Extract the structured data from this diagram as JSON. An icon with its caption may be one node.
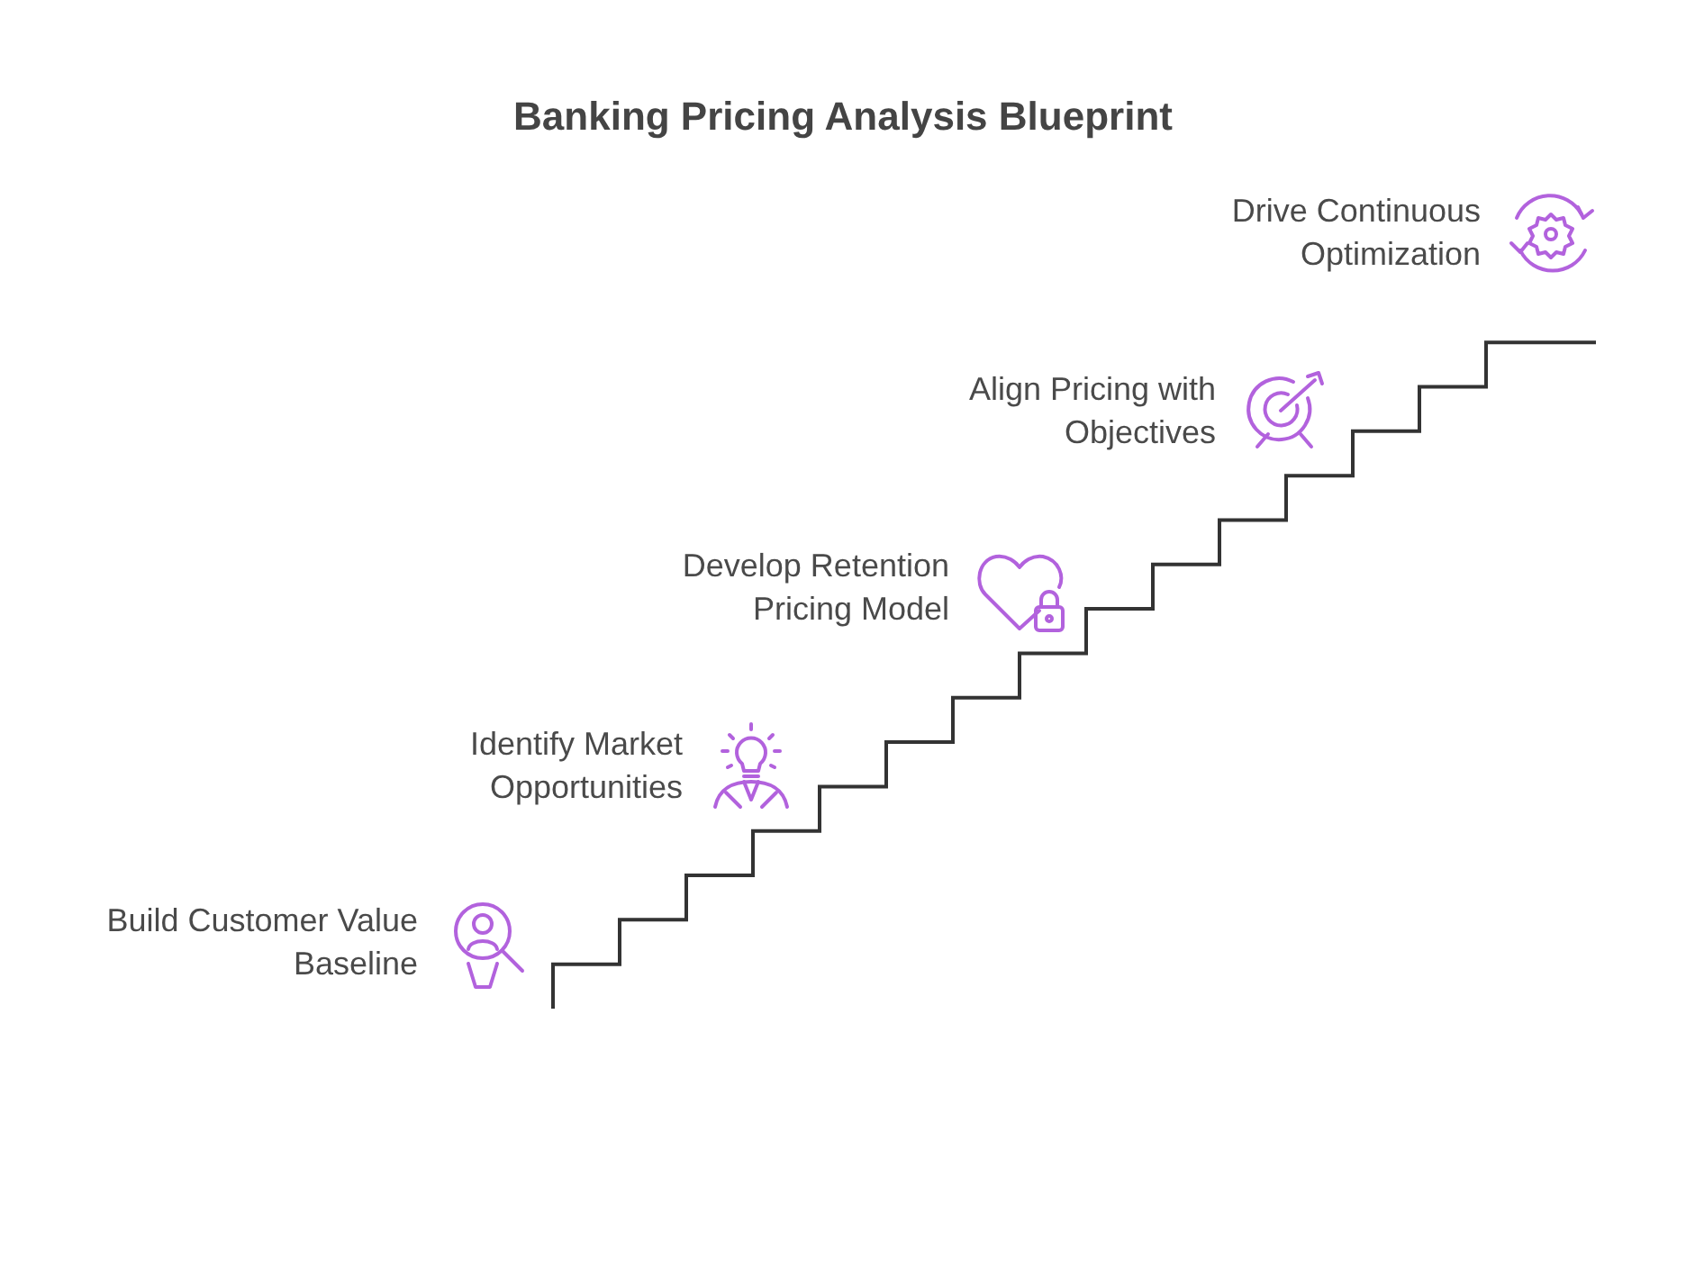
{
  "diagram": {
    "title": "Banking Pricing Analysis Blueprint",
    "labels": [
      "Drive Continuous Optimization",
      "Align Pricing with Objectives",
      "Develop Retention Pricing Model",
      "Identify Market Opportunities",
      "Build Customer Value Baseline"
    ]
  }
}
